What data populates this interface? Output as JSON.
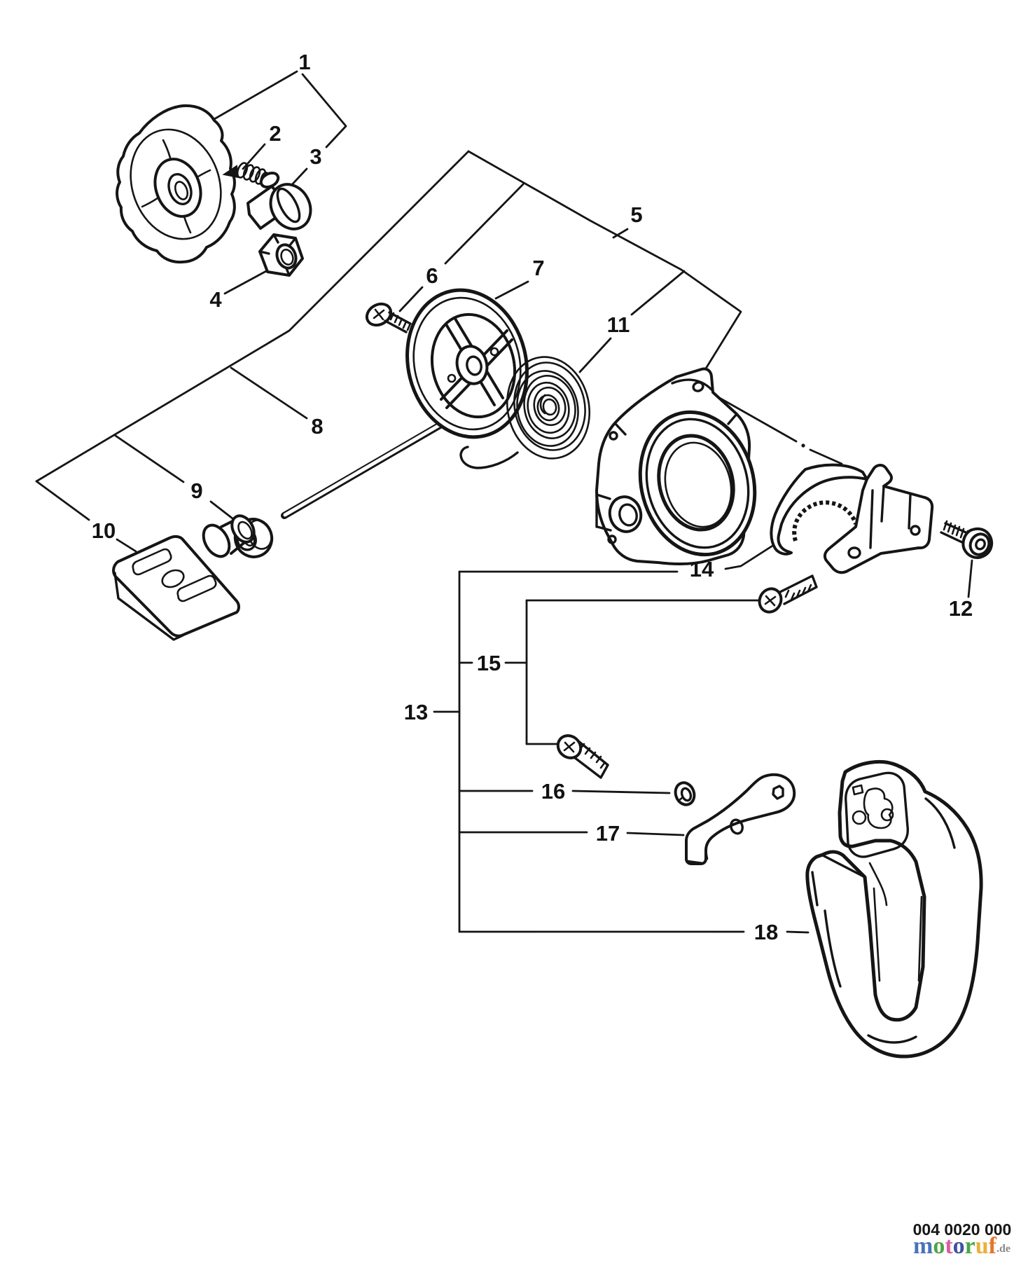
{
  "figure": {
    "background": "#ffffff",
    "line_color": "#151515"
  },
  "callouts": [
    {
      "label": "1"
    },
    {
      "label": "2"
    },
    {
      "label": "3"
    },
    {
      "label": "4"
    },
    {
      "label": "5"
    },
    {
      "label": "6"
    },
    {
      "label": "7"
    },
    {
      "label": "8"
    },
    {
      "label": "9"
    },
    {
      "label": "10"
    },
    {
      "label": "11"
    },
    {
      "label": "12"
    },
    {
      "label": "13"
    },
    {
      "label": "14"
    },
    {
      "label": "15"
    },
    {
      "label": "16"
    },
    {
      "label": "17"
    },
    {
      "label": "18"
    }
  ],
  "watermark": {
    "part_code": "004 0020 000",
    "logo": {
      "letters": [
        {
          "char": "m",
          "color": "#4a72b8"
        },
        {
          "char": "o",
          "color": "#4ca644"
        },
        {
          "char": "t",
          "color": "#df5b9e"
        },
        {
          "char": "o",
          "color": "#3f51a3"
        },
        {
          "char": "r",
          "color": "#4ca644"
        },
        {
          "char": "u",
          "color": "#e8b13a"
        },
        {
          "char": "f",
          "color": "#e4762b"
        }
      ],
      "suffix": ".de",
      "suffix_color": "#8a8a8a"
    }
  }
}
